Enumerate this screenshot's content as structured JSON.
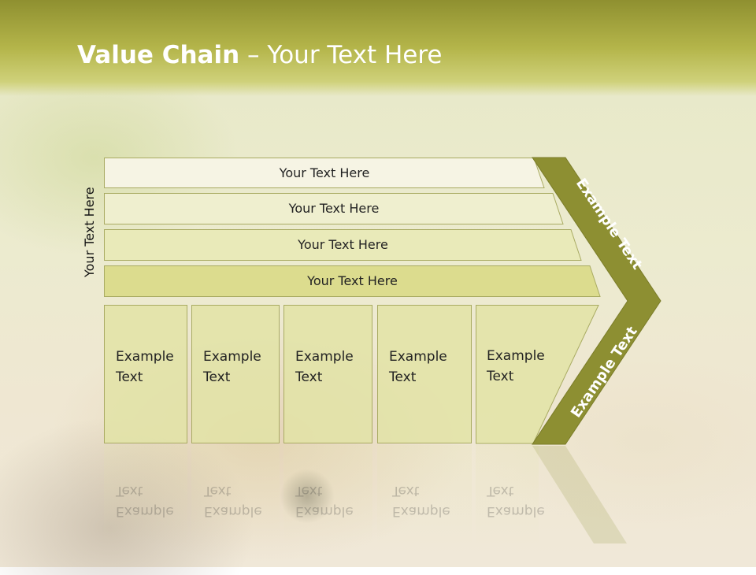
{
  "slide": {
    "title_bold": "Value Chain",
    "title_rest": " – Your Text Here",
    "side_label": "Your Text Here"
  },
  "rows": [
    {
      "label": "Your Text Here",
      "fill": "#f6f4e4"
    },
    {
      "label": "Your Text Here",
      "fill": "#efefcf"
    },
    {
      "label": "Your Text Here",
      "fill": "#e9eab9"
    },
    {
      "label": "Your Text Here",
      "fill": "#dcdc8e"
    }
  ],
  "columns": [
    {
      "line1": "Example",
      "line2": "Text"
    },
    {
      "line1": "Example",
      "line2": "Text"
    },
    {
      "line1": "Example",
      "line2": "Text"
    },
    {
      "line1": "Example",
      "line2": "Text"
    },
    {
      "line1": "Example",
      "line2": "Text"
    }
  ],
  "chevron": {
    "upper_label": "Example Text",
    "lower_label": "Example Text",
    "color": "#8d8f32"
  }
}
